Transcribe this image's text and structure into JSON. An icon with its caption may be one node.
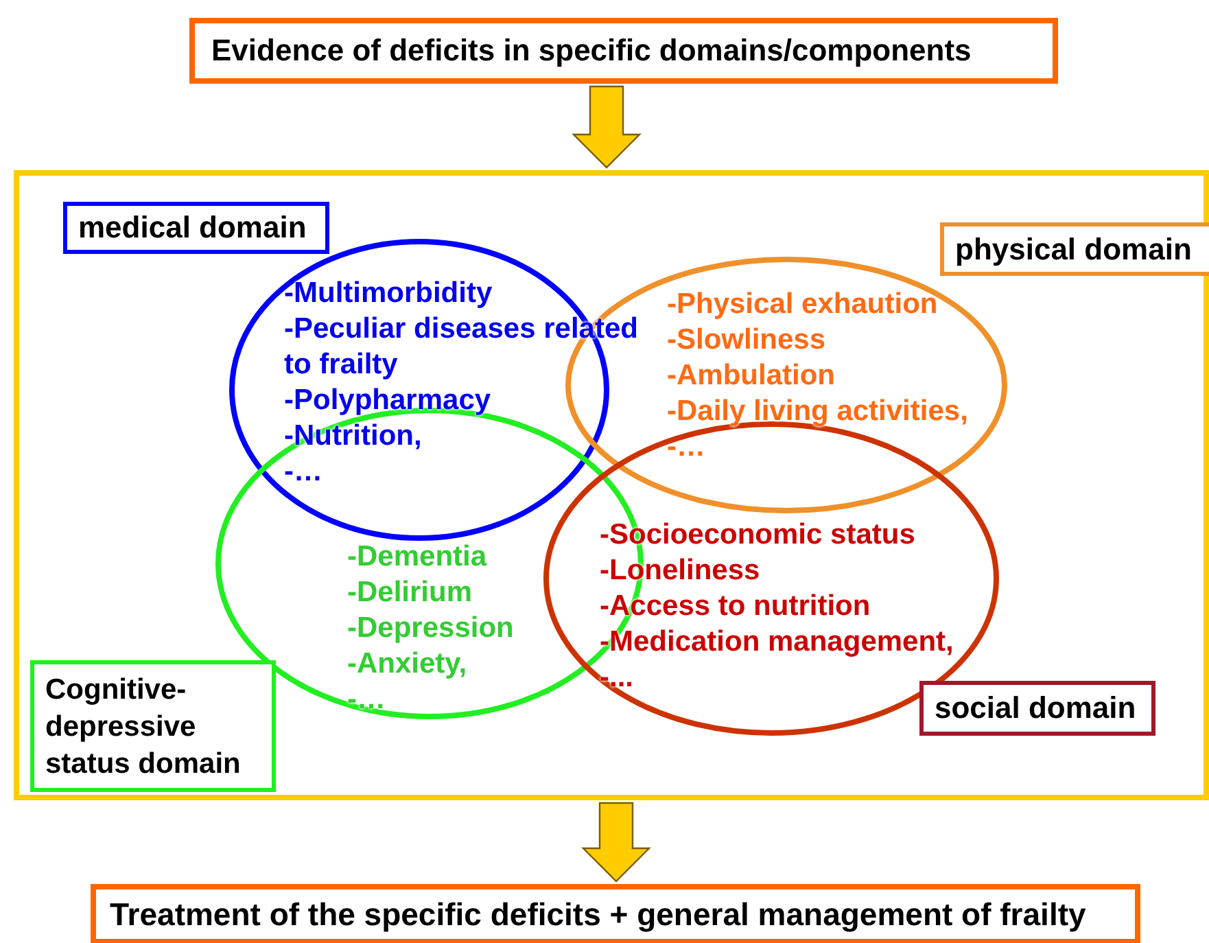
{
  "diagram": {
    "nodes": [
      {
        "text": [
          "Evidence of deficits in specific domains/components"
        ]
      },
      {
        "text": [],
        "shape": "box"
      },
      {
        "text": [
          "medical domain"
        ],
        "in": 1
      },
      {
        "text": [
          "-Multimorbidity",
          "-Peculiar diseases related to frailty",
          "-Polypharmacy",
          "-Nutrition,",
          "-…"
        ],
        "in": 1
      },
      {
        "text": [
          "physical domain"
        ],
        "in": 1
      },
      {
        "text": [
          "-Physical exhaution",
          "-Slowliness",
          "-Ambulation",
          "-Daily living activities,",
          "-…"
        ],
        "in": 1
      },
      {
        "text": [
          "-Dementia",
          "-Delirium",
          "-Depression",
          "-Anxiety,",
          "-…"
        ],
        "in": 1
      },
      {
        "text": [
          "-Socioeconomic status",
          "-Loneliness",
          "-Access to nutrition",
          "-Medication management,",
          "-..."
        ],
        "in": 1
      },
      {
        "text": [
          "Cognitive-depressive status domain"
        ],
        "in": 1
      },
      {
        "text": [
          "social domain"
        ],
        "in": 1
      },
      {
        "text": [
          "Treatment of the specific deficits + general management of frailty"
        ]
      }
    ],
    "edges": [
      {
        "from": 0,
        "to": 1,
        "arrow": "to"
      },
      {
        "from": 1,
        "to": 10,
        "arrow": "to"
      }
    ]
  }
}
